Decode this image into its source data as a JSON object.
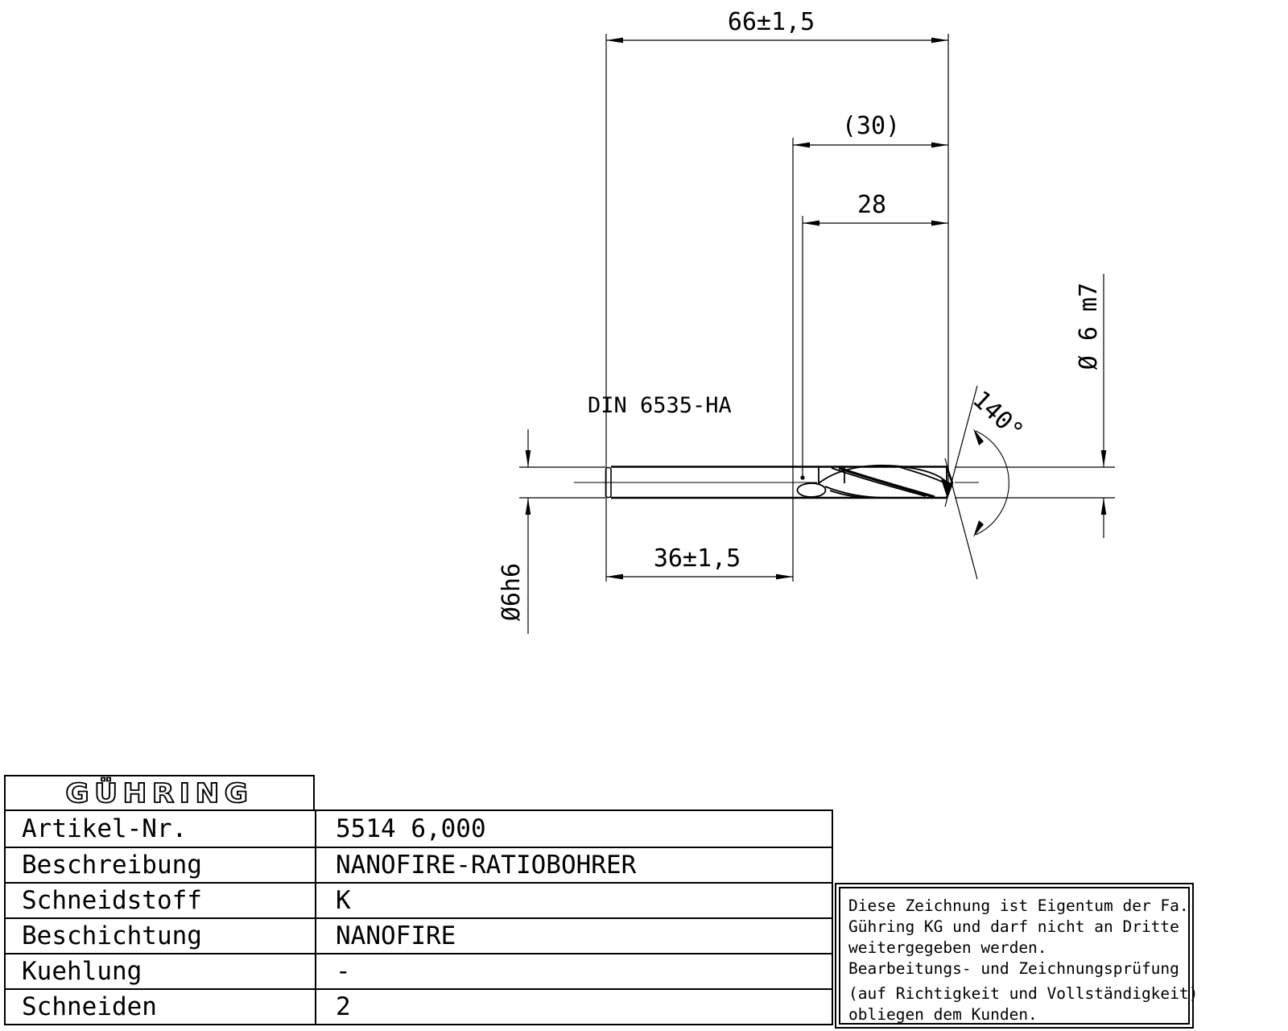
{
  "drawing": {
    "standard_label": "DIN 6535-HA",
    "dimensions": {
      "overall_length": "66±1,5",
      "flute_length_ref": "(30)",
      "flute_length": "28",
      "shank_length": "36±1,5",
      "point_angle": "140°",
      "cutting_diameter": "Ø 6 m7",
      "shank_diameter": "Ø6h6"
    }
  },
  "table": {
    "logo": "GÜHRING",
    "rows": [
      {
        "label": "Artikel-Nr.",
        "value": "5514 6,000"
      },
      {
        "label": "Beschreibung",
        "value": "NANOFIRE-RATIOBOHRER"
      },
      {
        "label": "Schneidstoff",
        "value": "K"
      },
      {
        "label": "Beschichtung",
        "value": "NANOFIRE"
      },
      {
        "label": "Kuehlung",
        "value": "-"
      },
      {
        "label": "Schneiden",
        "value": "2"
      }
    ]
  },
  "disclaimer": {
    "lines": [
      "Diese Zeichnung ist Eigentum der Fa.",
      "Gühring KG und darf nicht an Dritte",
      "weitergegeben werden.",
      "Bearbeitungs- und Zeichnungsprüfung",
      "(auf Richtigkeit und Vollständigkeit)",
      "obliegen dem Kunden."
    ]
  },
  "colors": {
    "line": "#000000",
    "background": "#ffffff"
  }
}
